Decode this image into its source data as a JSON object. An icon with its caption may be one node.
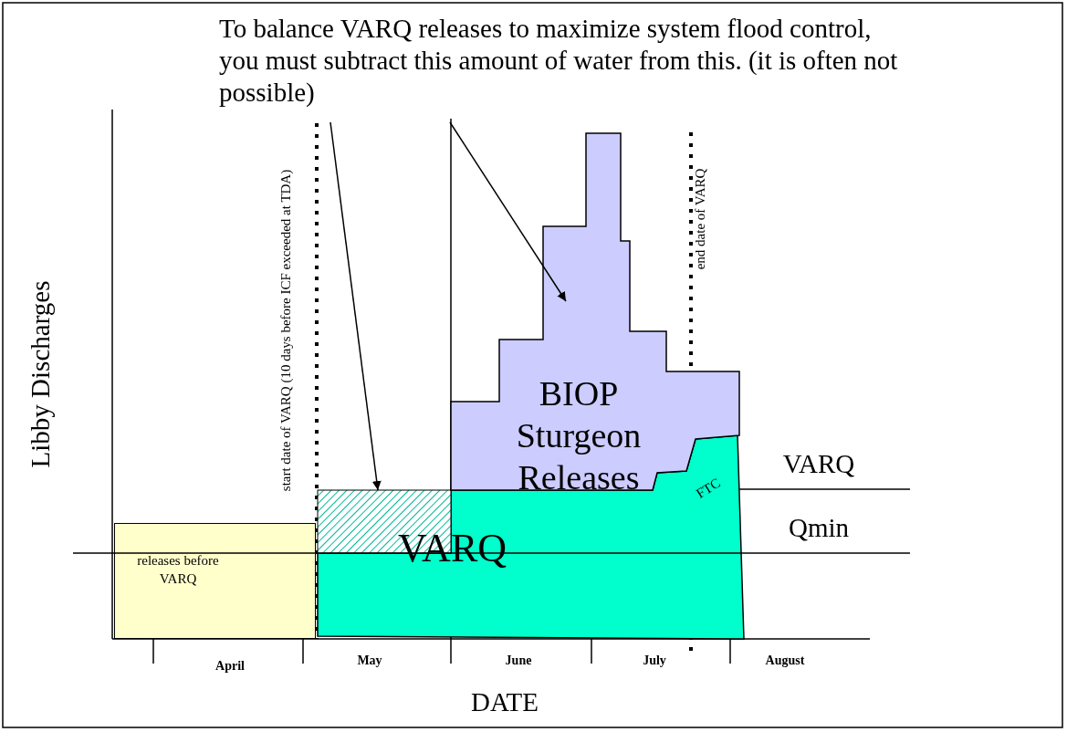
{
  "diagram": {
    "nodes": [
      {
        "text": [
          "To balance VARQ releases to maximize system flood control, you must subtract this amount of water from this. (it is often not possible)"
        ]
      },
      {
        "text": [],
        "shape": "box",
        "in": 4
      },
      {
        "text": [
          "BIOP Sturgeon Releases"
        ]
      },
      {
        "text": [
          "releases before VARQ"
        ]
      },
      {
        "text": [
          "VARQ"
        ]
      }
    ],
    "edges": [
      {
        "from": 0,
        "to": 1,
        "arrow": "to"
      },
      {
        "from": 0,
        "to": 2,
        "arrow": "to"
      }
    ],
    "labels": [
      "start date of VARQ (10 days before ICF exceeded at TDA)",
      "end date of VARQ",
      "Libby Discharges",
      "FTC",
      "VARQ",
      "Qmin",
      "April",
      "May",
      "June",
      "July",
      "August",
      "DATE"
    ]
  }
}
